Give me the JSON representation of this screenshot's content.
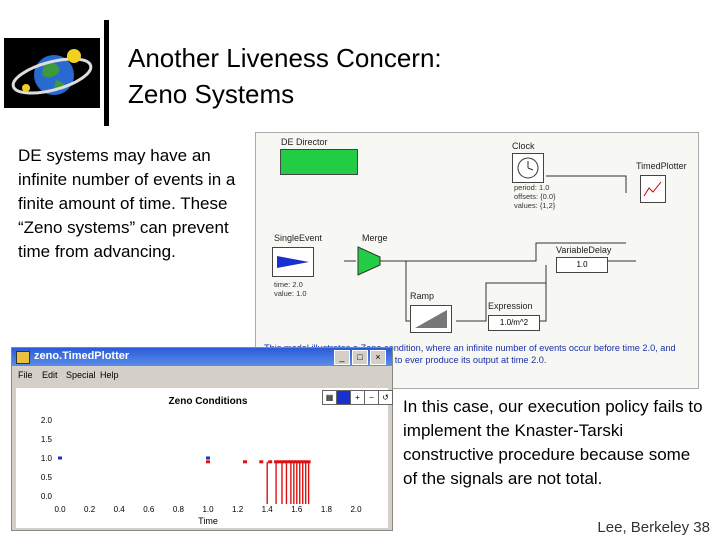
{
  "slide": {
    "title_line1": "Another Liveness Concern:",
    "title_line2": "Zeno Systems",
    "left_text": "DE systems may have an infinite number of events in a finite amount of time. These “Zeno systems” can prevent time from advancing.",
    "right_text": "In this case, our execution policy fails to implement the Knaster-Tarski constructive procedure because some of the signals are not total.",
    "credit": "Lee, Berkeley 38"
  },
  "model": {
    "director": "DE Director",
    "clock": "Clock",
    "clock_params": [
      "period: 1.0",
      "offsets: {0.0}",
      "values: {1,2}"
    ],
    "plotter": "TimedPlotter",
    "single_event": "SingleEvent",
    "single_event_params": [
      "time: 2.0",
      "value: 1.0"
    ],
    "merge": "Merge",
    "variable_delay": "VariableDelay",
    "variable_delay_value": "1.0",
    "ramp": "Ramp",
    "expression": "Expression",
    "expression_value": "1.0/m^2",
    "description": "This model illustrates a Zeno condition, where an infinite number of events occur before time 2.0, and hence the Clock actor is unable to ever produce its output at time 2.0."
  },
  "plot_window": {
    "title": "zeno.TimedPlotter",
    "menu": [
      "File",
      "Edit",
      "Special",
      "Help"
    ],
    "toolbar_icons": [
      "grid-icon",
      "fill-icon",
      "zoom-in-icon",
      "zoom-out-icon",
      "reset-icon"
    ],
    "colors": {
      "blue": "#1a2fd0",
      "red": "#dd1111"
    }
  },
  "chart_data": {
    "type": "scatter",
    "title": "Zeno Conditions",
    "xlabel": "Time",
    "ylabel": "",
    "xlim": [
      0.0,
      2.0
    ],
    "ylim": [
      0.0,
      2.0
    ],
    "xticks": [
      "0.0",
      "0.2",
      "0.4",
      "0.6",
      "0.8",
      "1.0",
      "1.2",
      "1.4",
      "1.6",
      "1.8",
      "2.0"
    ],
    "yticks": [
      "2.0",
      "1.5",
      "1.0",
      "0.5",
      "0.0"
    ],
    "series": [
      {
        "color": "#1a2fd0",
        "points": [
          [
            0.0,
            1.0
          ],
          [
            1.0,
            1.0
          ]
        ]
      },
      {
        "color": "#dd1111",
        "points": [
          [
            1.0,
            0.9
          ],
          [
            1.25,
            0.9
          ],
          [
            1.36,
            0.9
          ],
          [
            1.42,
            0.9
          ],
          [
            1.46,
            0.9
          ],
          [
            1.48,
            0.9
          ],
          [
            1.5,
            0.9
          ],
          [
            1.52,
            0.9
          ],
          [
            1.54,
            0.9
          ],
          [
            1.56,
            0.9
          ],
          [
            1.58,
            0.9
          ],
          [
            1.6,
            0.9
          ],
          [
            1.62,
            0.9
          ],
          [
            1.64,
            0.9
          ],
          [
            1.66,
            0.9
          ],
          [
            1.68,
            0.9
          ]
        ]
      },
      {
        "color": "#dd1111",
        "type": "stem",
        "points": [
          [
            1.4,
            0.9
          ],
          [
            1.46,
            0.9
          ],
          [
            1.5,
            0.9
          ],
          [
            1.53,
            0.9
          ],
          [
            1.56,
            0.9
          ],
          [
            1.58,
            0.9
          ],
          [
            1.6,
            0.9
          ],
          [
            1.62,
            0.9
          ],
          [
            1.64,
            0.9
          ],
          [
            1.66,
            0.9
          ],
          [
            1.68,
            0.9
          ]
        ]
      }
    ]
  }
}
